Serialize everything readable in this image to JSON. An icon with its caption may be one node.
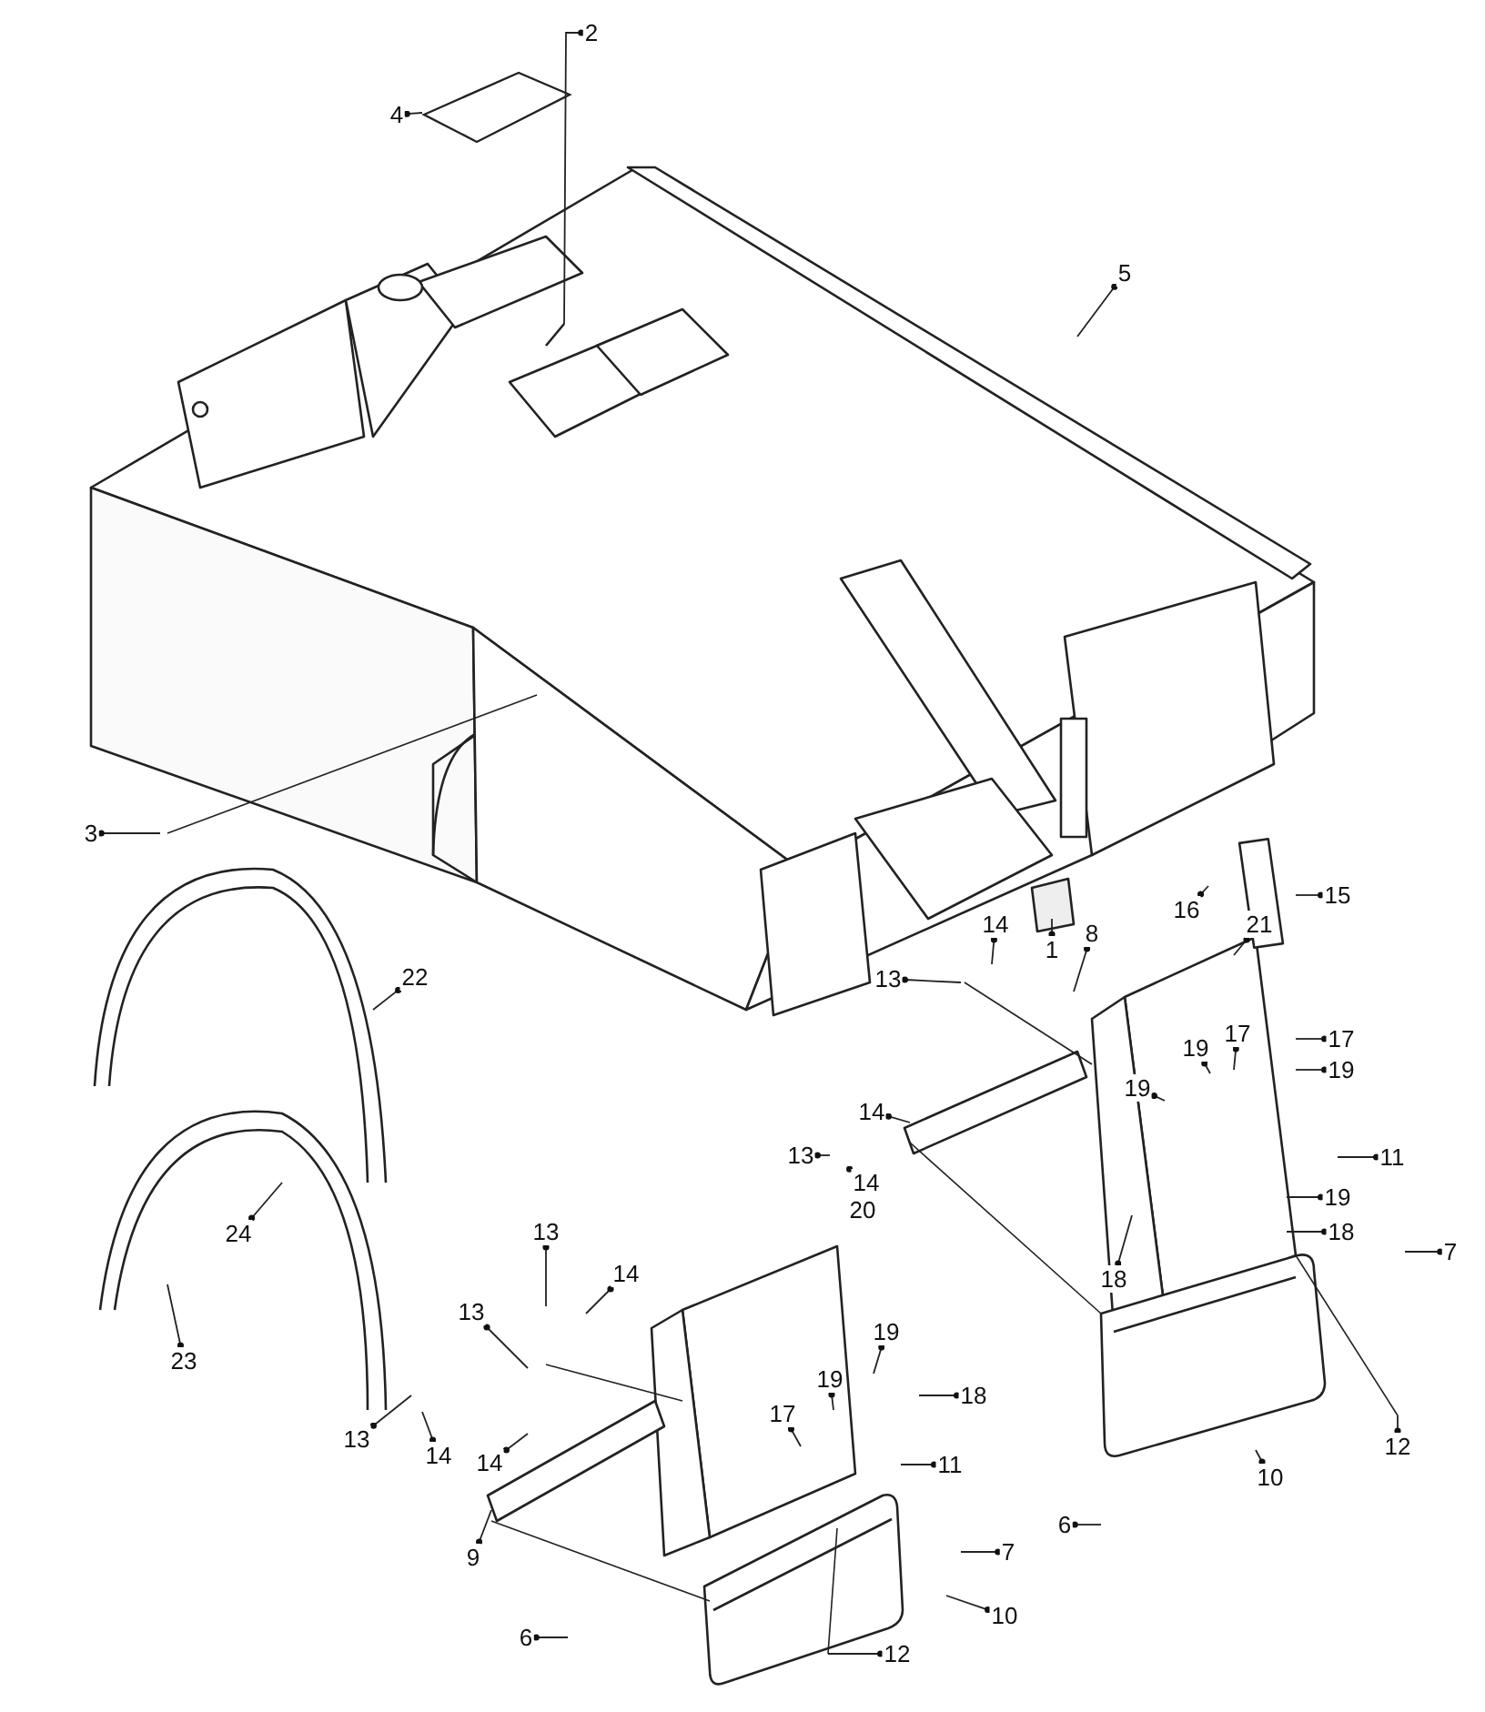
{
  "diagram": {
    "nodes": [
      {
        "text": [
          "2"
        ]
      },
      {
        "text": [
          "4"
        ]
      },
      {
        "text": [
          "5"
        ]
      },
      {
        "text": [
          "3"
        ]
      },
      {
        "text": [
          "1"
        ]
      },
      {
        "text": [
          "15"
        ]
      },
      {
        "text": [
          "16"
        ]
      },
      {
        "text": [
          "22"
        ]
      },
      {
        "text": [
          "14"
        ]
      },
      {
        "text": [
          "8"
        ]
      },
      {
        "text": [
          "21"
        ]
      },
      {
        "text": [
          "13"
        ]
      },
      {
        "text": [
          "17"
        ]
      },
      {
        "text": [
          "19"
        ]
      },
      {
        "text": [
          "17"
        ]
      },
      {
        "text": [
          "14"
        ]
      },
      {
        "text": [
          "19"
        ]
      },
      {
        "text": [
          "19"
        ]
      },
      {
        "text": [
          "11"
        ]
      },
      {
        "text": [
          "13"
        ]
      },
      {
        "text": [
          "14"
        ]
      },
      {
        "text": [
          "19"
        ]
      },
      {
        "text": [
          "18"
        ]
      },
      {
        "text": [
          "18"
        ]
      },
      {
        "text": [
          "7"
        ]
      },
      {
        "text": [
          "12"
        ]
      },
      {
        "text": [
          "6"
        ]
      },
      {
        "text": [
          "10"
        ]
      },
      {
        "text": [
          "24"
        ]
      },
      {
        "text": [
          "23"
        ]
      },
      {
        "text": [
          "13"
        ]
      },
      {
        "text": [
          "14"
        ]
      },
      {
        "text": [
          "13"
        ]
      },
      {
        "text": [
          "19"
        ]
      },
      {
        "text": [
          "19"
        ]
      },
      {
        "text": [
          "17"
        ]
      },
      {
        "text": [
          "18"
        ]
      },
      {
        "text": [
          "14"
        ]
      },
      {
        "text": [
          "11"
        ]
      },
      {
        "text": [
          "13"
        ]
      },
      {
        "text": [
          "14"
        ]
      },
      {
        "text": [
          "9"
        ]
      },
      {
        "text": [
          "7"
        ]
      },
      {
        "text": [
          "10"
        ]
      },
      {
        "text": [
          "6"
        ]
      },
      {
        "text": [
          "12"
        ]
      },
      {
        "text": [
          "20"
        ]
      },
      {
        "text": [],
        "shape": "box"
      }
    ],
    "edges": [
      {
        "from": 0,
        "to": null,
        "arrow": "other"
      },
      {
        "from": 1,
        "to": 47,
        "arrow": "other"
      },
      {
        "from": 2,
        "to": null,
        "arrow": "other"
      },
      {
        "from": 3,
        "to": null,
        "arrow": "other"
      },
      {
        "from": 4,
        "to": null,
        "arrow": "other"
      },
      {
        "from": 5,
        "to": null,
        "arrow": "other"
      },
      {
        "from": 6,
        "to": null,
        "arrow": "other"
      },
      {
        "from": 7,
        "to": null,
        "arrow": "other"
      },
      {
        "from": 8,
        "to": null,
        "arrow": "other"
      },
      {
        "from": 9,
        "to": null,
        "arrow": "other"
      },
      {
        "from": 10,
        "to": null,
        "arrow": "other"
      },
      {
        "from": 11,
        "to": null,
        "arrow": "other"
      },
      {
        "from": 12,
        "to": null,
        "arrow": "other"
      },
      {
        "from": 13,
        "to": null,
        "arrow": "other"
      },
      {
        "from": 14,
        "to": null,
        "arrow": "other"
      },
      {
        "from": 15,
        "to": null,
        "arrow": "other"
      },
      {
        "from": 16,
        "to": null,
        "arrow": "other"
      },
      {
        "from": 17,
        "to": null,
        "arrow": "other"
      },
      {
        "from": 18,
        "to": null,
        "arrow": "other"
      },
      {
        "from": 19,
        "to": null,
        "arrow": "other"
      },
      {
        "from": 20,
        "to": null,
        "arrow": "other"
      },
      {
        "from": 21,
        "to": null,
        "arrow": "other"
      },
      {
        "from": 22,
        "to": null,
        "arrow": "other"
      },
      {
        "from": 23,
        "to": null,
        "arrow": "other"
      },
      {
        "from": 24,
        "to": null,
        "arrow": "other"
      },
      {
        "from": 25,
        "to": null,
        "arrow": "other"
      },
      {
        "from": 26,
        "to": null,
        "arrow": "other"
      },
      {
        "from": 27,
        "to": null,
        "arrow": "other"
      },
      {
        "from": 28,
        "to": null,
        "arrow": "other"
      },
      {
        "from": 29,
        "to": null,
        "arrow": "other"
      },
      {
        "from": 30,
        "to": null,
        "arrow": "other"
      },
      {
        "from": 31,
        "to": null,
        "arrow": "other"
      },
      {
        "from": 32,
        "to": null,
        "arrow": "other"
      },
      {
        "from": 33,
        "to": null,
        "arrow": "other"
      },
      {
        "from": 34,
        "to": null,
        "arrow": "other"
      },
      {
        "from": 35,
        "to": null,
        "arrow": "other"
      },
      {
        "from": 36,
        "to": null,
        "arrow": "other"
      },
      {
        "from": 37,
        "to": null,
        "arrow": "other"
      },
      {
        "from": 38,
        "to": null,
        "arrow": "other"
      },
      {
        "from": 39,
        "to": null,
        "arrow": "other"
      },
      {
        "from": 40,
        "to": null,
        "arrow": "other"
      },
      {
        "from": 41,
        "to": null,
        "arrow": "other"
      },
      {
        "from": 42,
        "to": null,
        "arrow": "other"
      },
      {
        "from": 43,
        "to": null,
        "arrow": "other"
      },
      {
        "from": 44,
        "to": null,
        "arrow": "other"
      },
      {
        "from": 45,
        "to": null,
        "arrow": "other"
      }
    ],
    "labels": []
  }
}
